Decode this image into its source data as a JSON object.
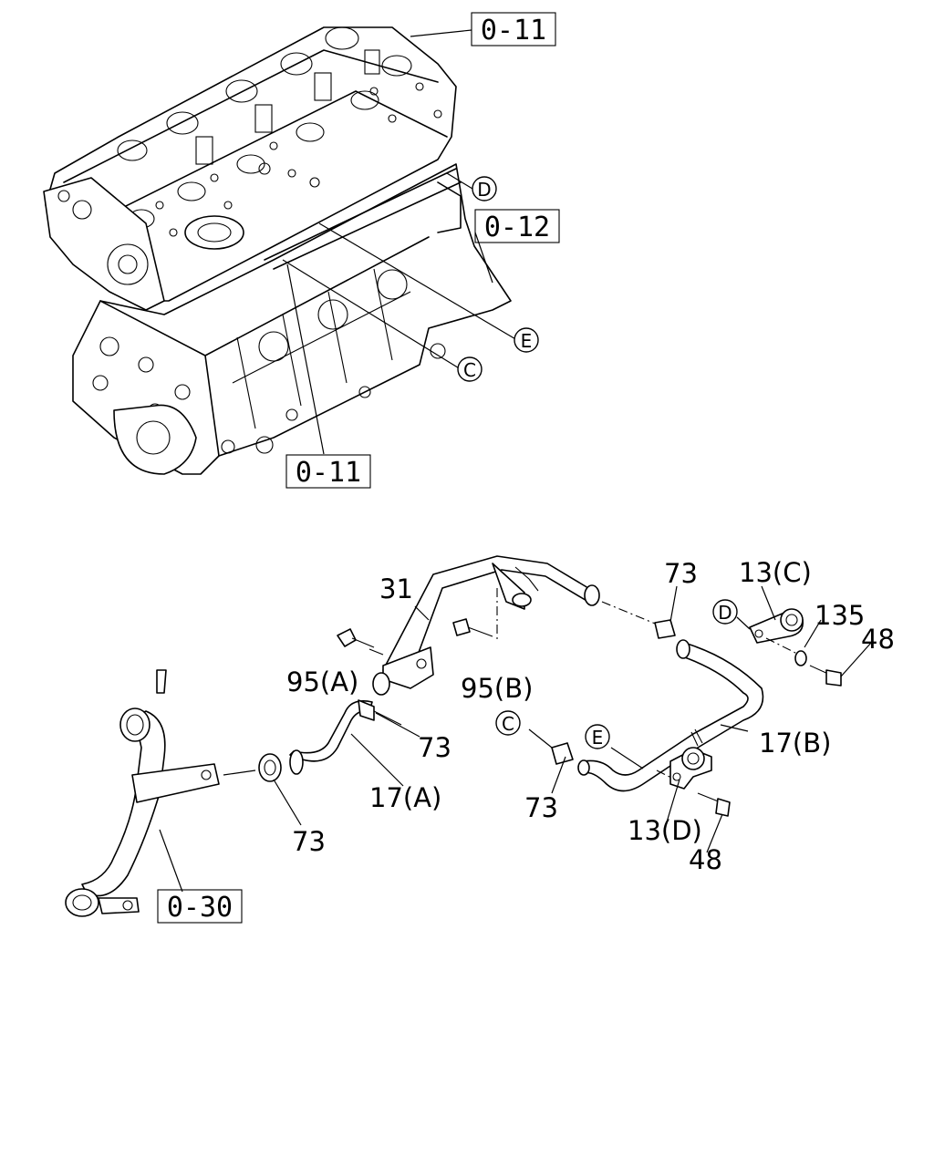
{
  "refs": {
    "r011_top": "0-11",
    "r012": "0-12",
    "r011_bottom": "0-11",
    "r030": "0-30"
  },
  "markers": {
    "d_engine": "D",
    "e_engine": "E",
    "c_engine": "C",
    "d_pipe": "D",
    "c_pipe": "C",
    "e_pipe": "E"
  },
  "labels": {
    "p31": "31",
    "p95a": "95(A)",
    "p95b": "95(B)",
    "p73_top": "73",
    "p73_hose": "73",
    "p73_pipe": "73",
    "p73_lower": "73",
    "p13c": "13(C)",
    "p135": "135",
    "p48_top": "48",
    "p48_bottom": "48",
    "p17a": "17(A)",
    "p17b": "17(B)",
    "p13d": "13(D)"
  }
}
